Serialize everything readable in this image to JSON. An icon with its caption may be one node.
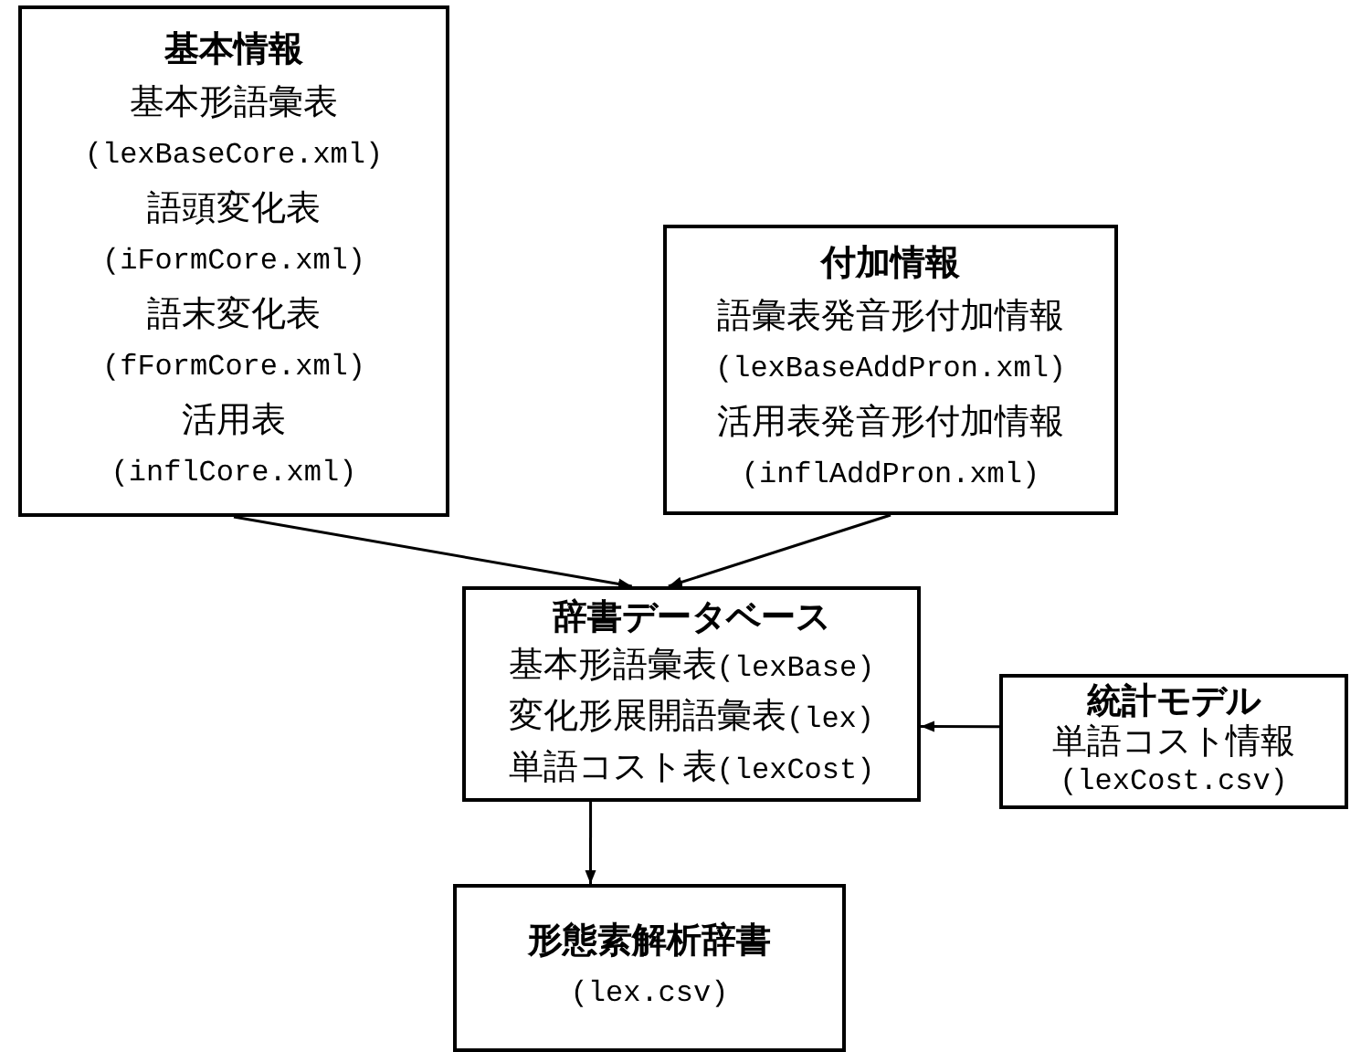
{
  "diagram": {
    "nodes": [
      {
        "text": [
          "基本情報",
          "基本形語彙表",
          "(lexBaseCore.xml)",
          "語頭変化表",
          "(iFormCore.xml)",
          "語末変化表",
          "(fFormCore.xml)",
          "活用表",
          "(inflCore.xml)"
        ]
      },
      {
        "text": [
          "付加情報",
          "語彙表発音形付加情報",
          "(lexBaseAddPron.xml)",
          "活用表発音形付加情報",
          "(inflAddPron.xml)"
        ]
      },
      {
        "text": [
          "辞書データベース",
          "基本形語彙表",
          "(lexBase)",
          "変化形展開語彙表",
          "(lex)",
          "単語コスト表",
          "(lexCost)"
        ]
      },
      {
        "text": [
          "統計モデル",
          "単語コスト情報",
          "(lexCost.csv)"
        ]
      },
      {
        "text": [
          "形態素解析辞書",
          "(lex.csv)"
        ]
      }
    ],
    "edges": [
      {
        "from": 0,
        "to": 2,
        "arrow": "to"
      },
      {
        "from": 1,
        "to": 2,
        "arrow": "to"
      },
      {
        "from": 3,
        "to": 2,
        "arrow": "to"
      },
      {
        "from": 2,
        "to": 4,
        "arrow": "to"
      }
    ]
  }
}
